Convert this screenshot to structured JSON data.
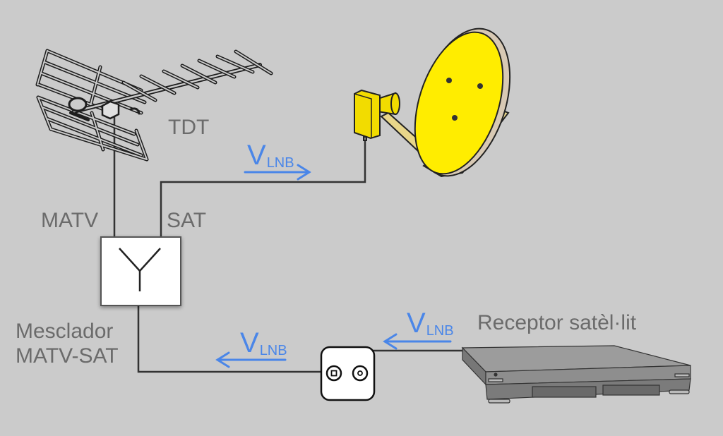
{
  "labels": {
    "tdt": "TDT",
    "matv": "MATV",
    "sat": "SAT",
    "mixer_line1": "Mesclador",
    "mixer_line2": "MATV-SAT",
    "receiver": "Receptor satèl·lit"
  },
  "vlnb": {
    "main": "V",
    "subscript": "LNB"
  },
  "colors": {
    "background": "#cbcbcb",
    "text_gray": "#6b6b6b",
    "vlnb_blue": "#4a86e8",
    "dish_yellow": "#ffed00",
    "cable": "#333333"
  },
  "components": [
    {
      "id": "terrestrial-antenna",
      "name": "TDT antenna"
    },
    {
      "id": "satellite-dish",
      "name": "Satellite dish with LNB"
    },
    {
      "id": "mixer",
      "name": "Mesclador MATV-SAT"
    },
    {
      "id": "wall-socket",
      "name": "TV/SAT wall socket"
    },
    {
      "id": "receiver",
      "name": "Receptor satèl·lit"
    }
  ]
}
